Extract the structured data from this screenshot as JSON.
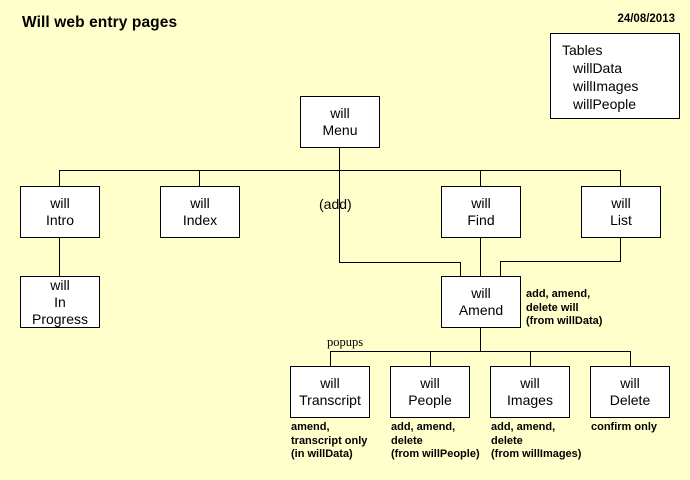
{
  "page": {
    "title": "Will web entry pages",
    "date": "24/08/2013",
    "background_color": "#FFFFCC",
    "box_fill_color": "#FFFFFF",
    "line_color": "#000000"
  },
  "tables_panel": {
    "heading": "Tables",
    "items": [
      "willData",
      "willImages",
      "willPeople"
    ]
  },
  "nodes": {
    "menu": {
      "line1": "will",
      "line2": "Menu"
    },
    "intro": {
      "line1": "will",
      "line2": "Intro"
    },
    "in_progress": {
      "line1": "will",
      "line2": "In",
      "line3": "Progress"
    },
    "index": {
      "line1": "will",
      "line2": "Index"
    },
    "add": {
      "label": "(add)"
    },
    "find": {
      "line1": "will",
      "line2": "Find"
    },
    "list": {
      "line1": "will",
      "line2": "List"
    },
    "amend": {
      "line1": "will",
      "line2": "Amend"
    },
    "transcript": {
      "line1": "will",
      "line2": "Transcript"
    },
    "people": {
      "line1": "will",
      "line2": "People"
    },
    "images": {
      "line1": "will",
      "line2": "Images"
    },
    "delete": {
      "line1": "will",
      "line2": "Delete"
    }
  },
  "group_label": {
    "popups": "popups"
  },
  "notes": {
    "amend": {
      "line1": "add, amend,",
      "line2": "delete will",
      "line3": "(from willData)"
    },
    "transcript": {
      "line1": "amend,",
      "line2": "transcript only",
      "line3": "(in willData)"
    },
    "people": {
      "line1": "add, amend,",
      "line2": "delete",
      "line3": "(from willPeople)"
    },
    "images": {
      "line1": "add, amend,",
      "line2": "delete",
      "line3": "(from willImages)"
    },
    "delete": {
      "line1": "confirm only",
      "line2": "",
      "line3": ""
    }
  }
}
